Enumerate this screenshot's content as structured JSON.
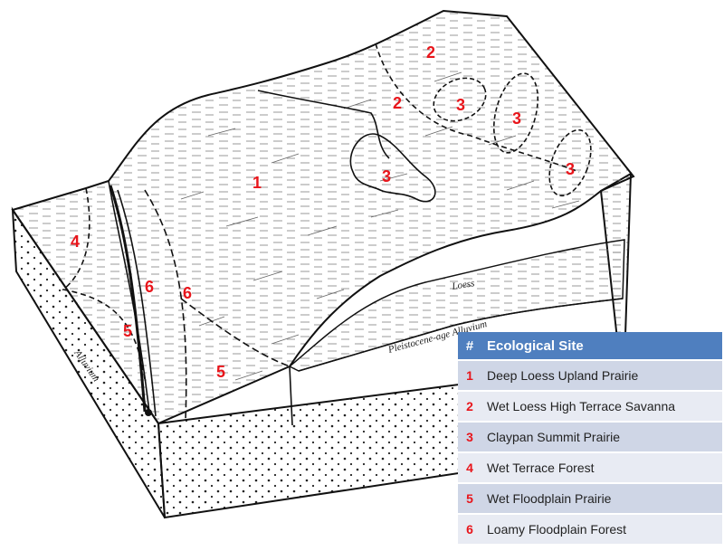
{
  "diagram": {
    "area_labels": [
      "1",
      "2",
      "2",
      "3",
      "3",
      "3",
      "3",
      "4",
      "5",
      "5",
      "6",
      "6"
    ],
    "layer_labels": {
      "loess": "Loess",
      "pleistocene": "Pleistocene-age Alluvium",
      "alluvium": "Alluvium"
    }
  },
  "legend": {
    "header": [
      "#",
      "Ecological Site"
    ],
    "rows": [
      {
        "num": "1",
        "site": "Deep Loess Upland Prairie"
      },
      {
        "num": "2",
        "site": "Wet Loess High Terrace Savanna"
      },
      {
        "num": "3",
        "site": "Claypan Summit Prairie"
      },
      {
        "num": "4",
        "site": "Wet Terrace Forest"
      },
      {
        "num": "5",
        "site": "Wet Floodplain Prairie"
      },
      {
        "num": "6",
        "site": "Loamy Floodplain Forest"
      }
    ],
    "colors": {
      "header_bg": "#4f7fbf",
      "row_dark": "#cfd6e6",
      "row_light": "#e8ebf3",
      "number_red": "#e8151b"
    }
  }
}
